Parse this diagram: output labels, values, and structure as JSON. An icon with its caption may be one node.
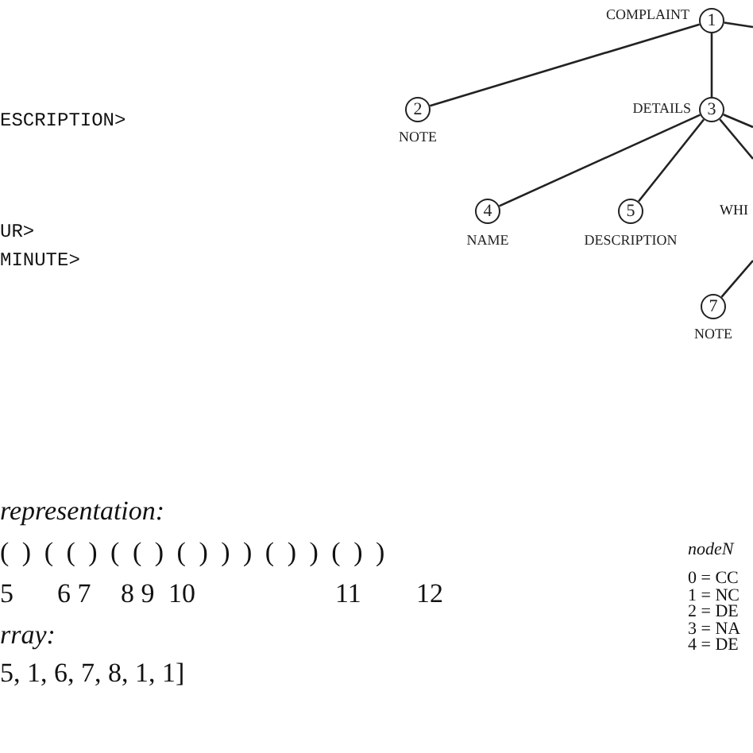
{
  "diagram": {
    "nodes": [
      {
        "text": [
          "1"
        ],
        "beside": [
          "COMPLAINT"
        ]
      },
      {
        "text": [
          "2"
        ],
        "beside": [
          "NOTE"
        ]
      },
      {
        "text": [
          "3"
        ],
        "beside": [
          "DETAILS"
        ]
      },
      {
        "text": [
          "4"
        ],
        "beside": [
          "NAME"
        ]
      },
      {
        "text": [
          "5"
        ],
        "beside": [
          "DESCRIPTION"
        ]
      },
      {
        "text": [
          "7"
        ],
        "beside": [
          "NOTE"
        ]
      }
    ],
    "edges": [
      {
        "from": 0,
        "to": 1,
        "arrow": "none"
      },
      {
        "from": 0,
        "to": 2,
        "arrow": "none"
      },
      {
        "from": 0,
        "to": null,
        "arrow": "none"
      },
      {
        "from": 2,
        "to": 3,
        "arrow": "none"
      },
      {
        "from": 2,
        "to": 4,
        "arrow": "none"
      },
      {
        "from": 2,
        "to": null,
        "arrow": "none"
      },
      {
        "from": 2,
        "to": null,
        "arrow": "none"
      },
      {
        "from": null,
        "to": 5,
        "arrow": "none"
      }
    ],
    "labels": [
      "ESCRIPTION>",
      "UR>",
      "MINUTE>",
      "WHI",
      "representation:",
      "( ) ( ( ) ( ( ) ( ) ) ) ( ) ) ( ) )",
      "5",
      "6 7",
      "8 9",
      "10",
      "11",
      "12",
      "rray:",
      "5, 1, 6, 7, 8, 1, 1]",
      "nodeN",
      "0 = CC",
      "1 = NC",
      "2 = DE",
      "3 = NA",
      "4 = DE"
    ]
  }
}
